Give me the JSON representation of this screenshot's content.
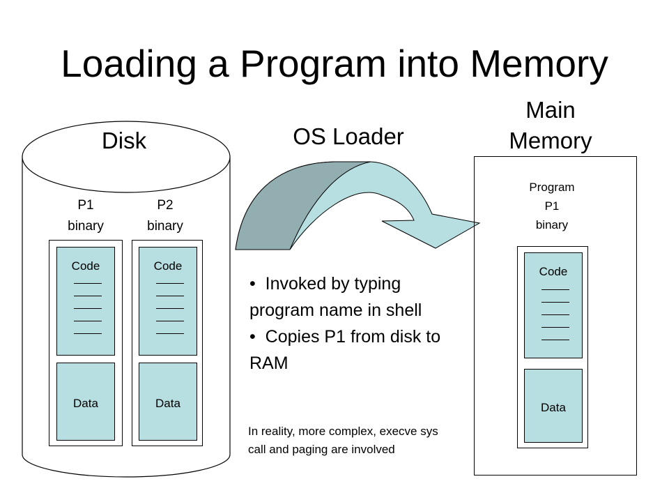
{
  "title": "Loading a Program into Memory",
  "disk": {
    "label": "Disk",
    "programs": [
      {
        "label_line1": "P1",
        "label_line2": "binary",
        "code_label": "Code",
        "data_label": "Data"
      },
      {
        "label_line1": "P2",
        "label_line2": "binary",
        "code_label": "Code",
        "data_label": "Data"
      }
    ]
  },
  "loader": {
    "label": "OS Loader",
    "bullets": [
      "Invoked by typing program name in shell",
      "Copies P1 from disk to RAM"
    ],
    "note": "In reality, more complex, execve sys call and paging are involved"
  },
  "memory": {
    "label_line1": "Main",
    "label_line2": "Memory",
    "program_line1": "Program",
    "program_line2": "P1",
    "program_line3": "binary",
    "code_label": "Code",
    "data_label": "Data"
  },
  "colors": {
    "segment_fill": "#b7dee0",
    "arrow_light": "#b7dee0",
    "arrow_dark": "#93aeb0"
  }
}
